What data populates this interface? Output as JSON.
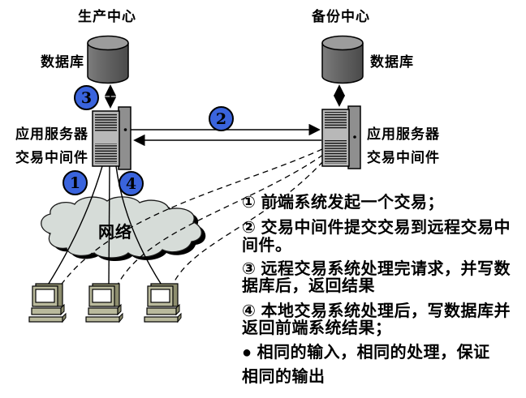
{
  "production": {
    "title": "生产中心",
    "db_label": "数据库",
    "server_label_line1": "应用服务器",
    "server_label_line2": "交易中间件"
  },
  "backup": {
    "title": "备份中心",
    "db_label": "数据库",
    "server_label_line1": "应用服务器",
    "server_label_line2": "交易中间件"
  },
  "network": {
    "label": "网络"
  },
  "steps": {
    "one": "1",
    "two": "2",
    "three": "3",
    "four": "4"
  },
  "annotations": {
    "lines": [
      "① 前端系统发起一个交易；",
      "② 交易中间件提交交易到远程交易中",
      "间件。",
      "③ 远程交易系统处理完请求，并写数",
      "据库后，返回结果",
      "④ 本地交易系统处理后，写数据库并",
      "返回前端系统结果；",
      "● 相同的输入，相同的处理，保证",
      "相同的输出"
    ]
  },
  "colors": {
    "step_circle_fill": "#3a64dd",
    "cloud_fill": "#d6dcd8",
    "server_front": "#b8b8b8",
    "server_side": "#8f8f8f",
    "cylinder_top": "#9c9c9c",
    "cylinder_body_dark": "#4a4a4a",
    "workstation_body": "#b9b99c"
  }
}
